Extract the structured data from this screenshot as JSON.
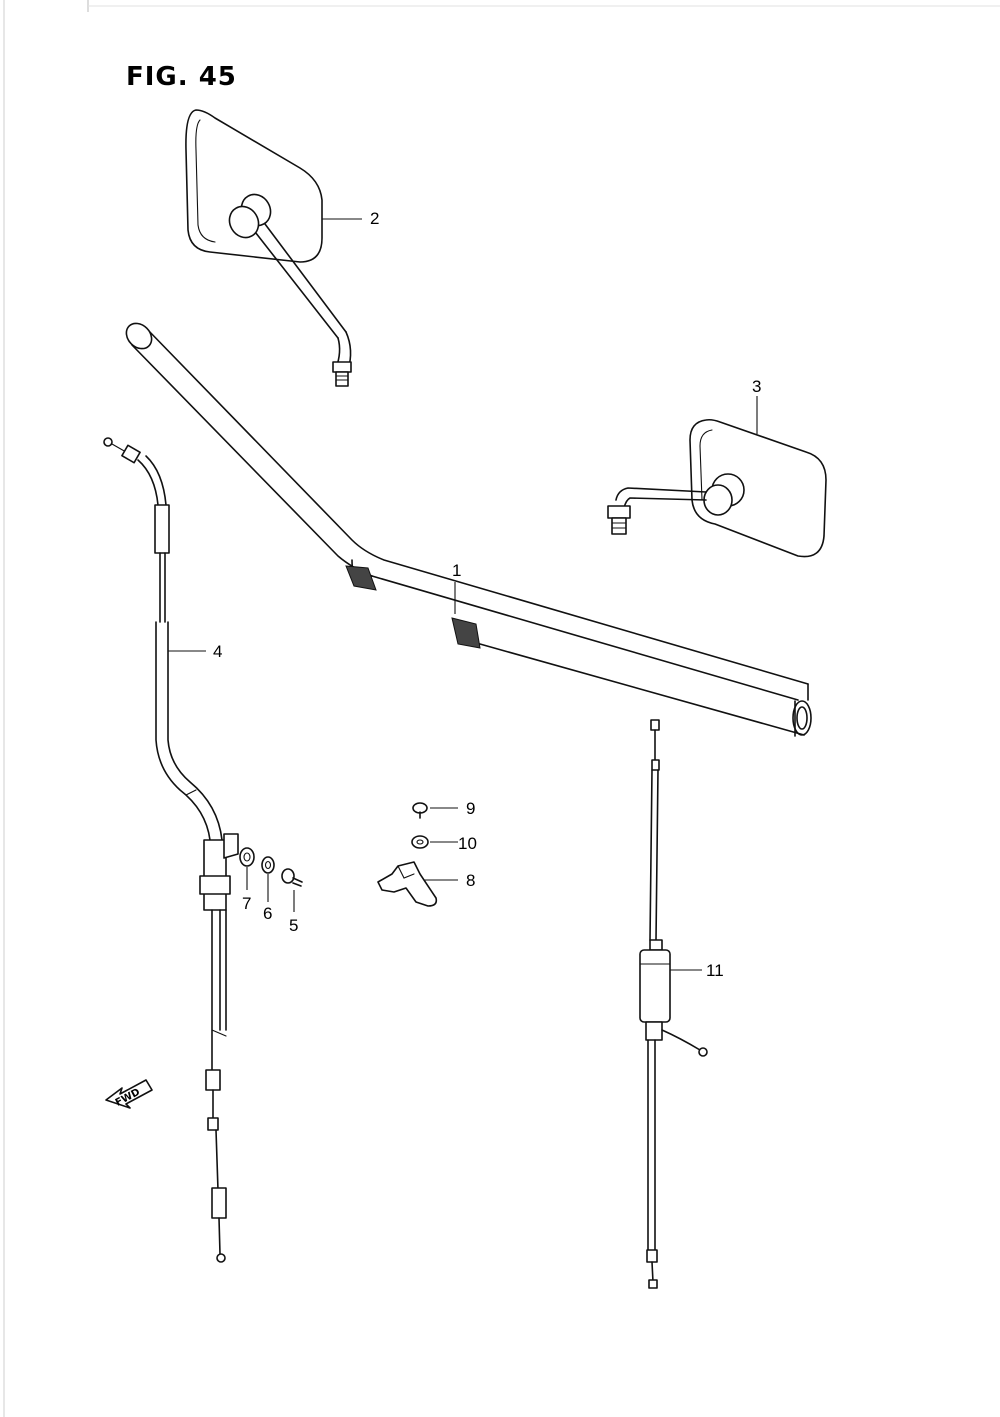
{
  "figure": {
    "title": "FIG. 45"
  },
  "callouts": [
    {
      "id": "handlebar",
      "label": "1"
    },
    {
      "id": "mirror-right",
      "label": "2"
    },
    {
      "id": "mirror-left",
      "label": "3"
    },
    {
      "id": "throttle-cable",
      "label": "4"
    },
    {
      "id": "screw",
      "label": "5"
    },
    {
      "id": "lock-washer",
      "label": "6"
    },
    {
      "id": "washer",
      "label": "7"
    },
    {
      "id": "cable-clamp",
      "label": "8"
    },
    {
      "id": "clamp-screw",
      "label": "9"
    },
    {
      "id": "clamp-nut",
      "label": "10"
    },
    {
      "id": "clutch-cable",
      "label": "11"
    }
  ],
  "fwd_arrow": {
    "label": "FWD"
  }
}
